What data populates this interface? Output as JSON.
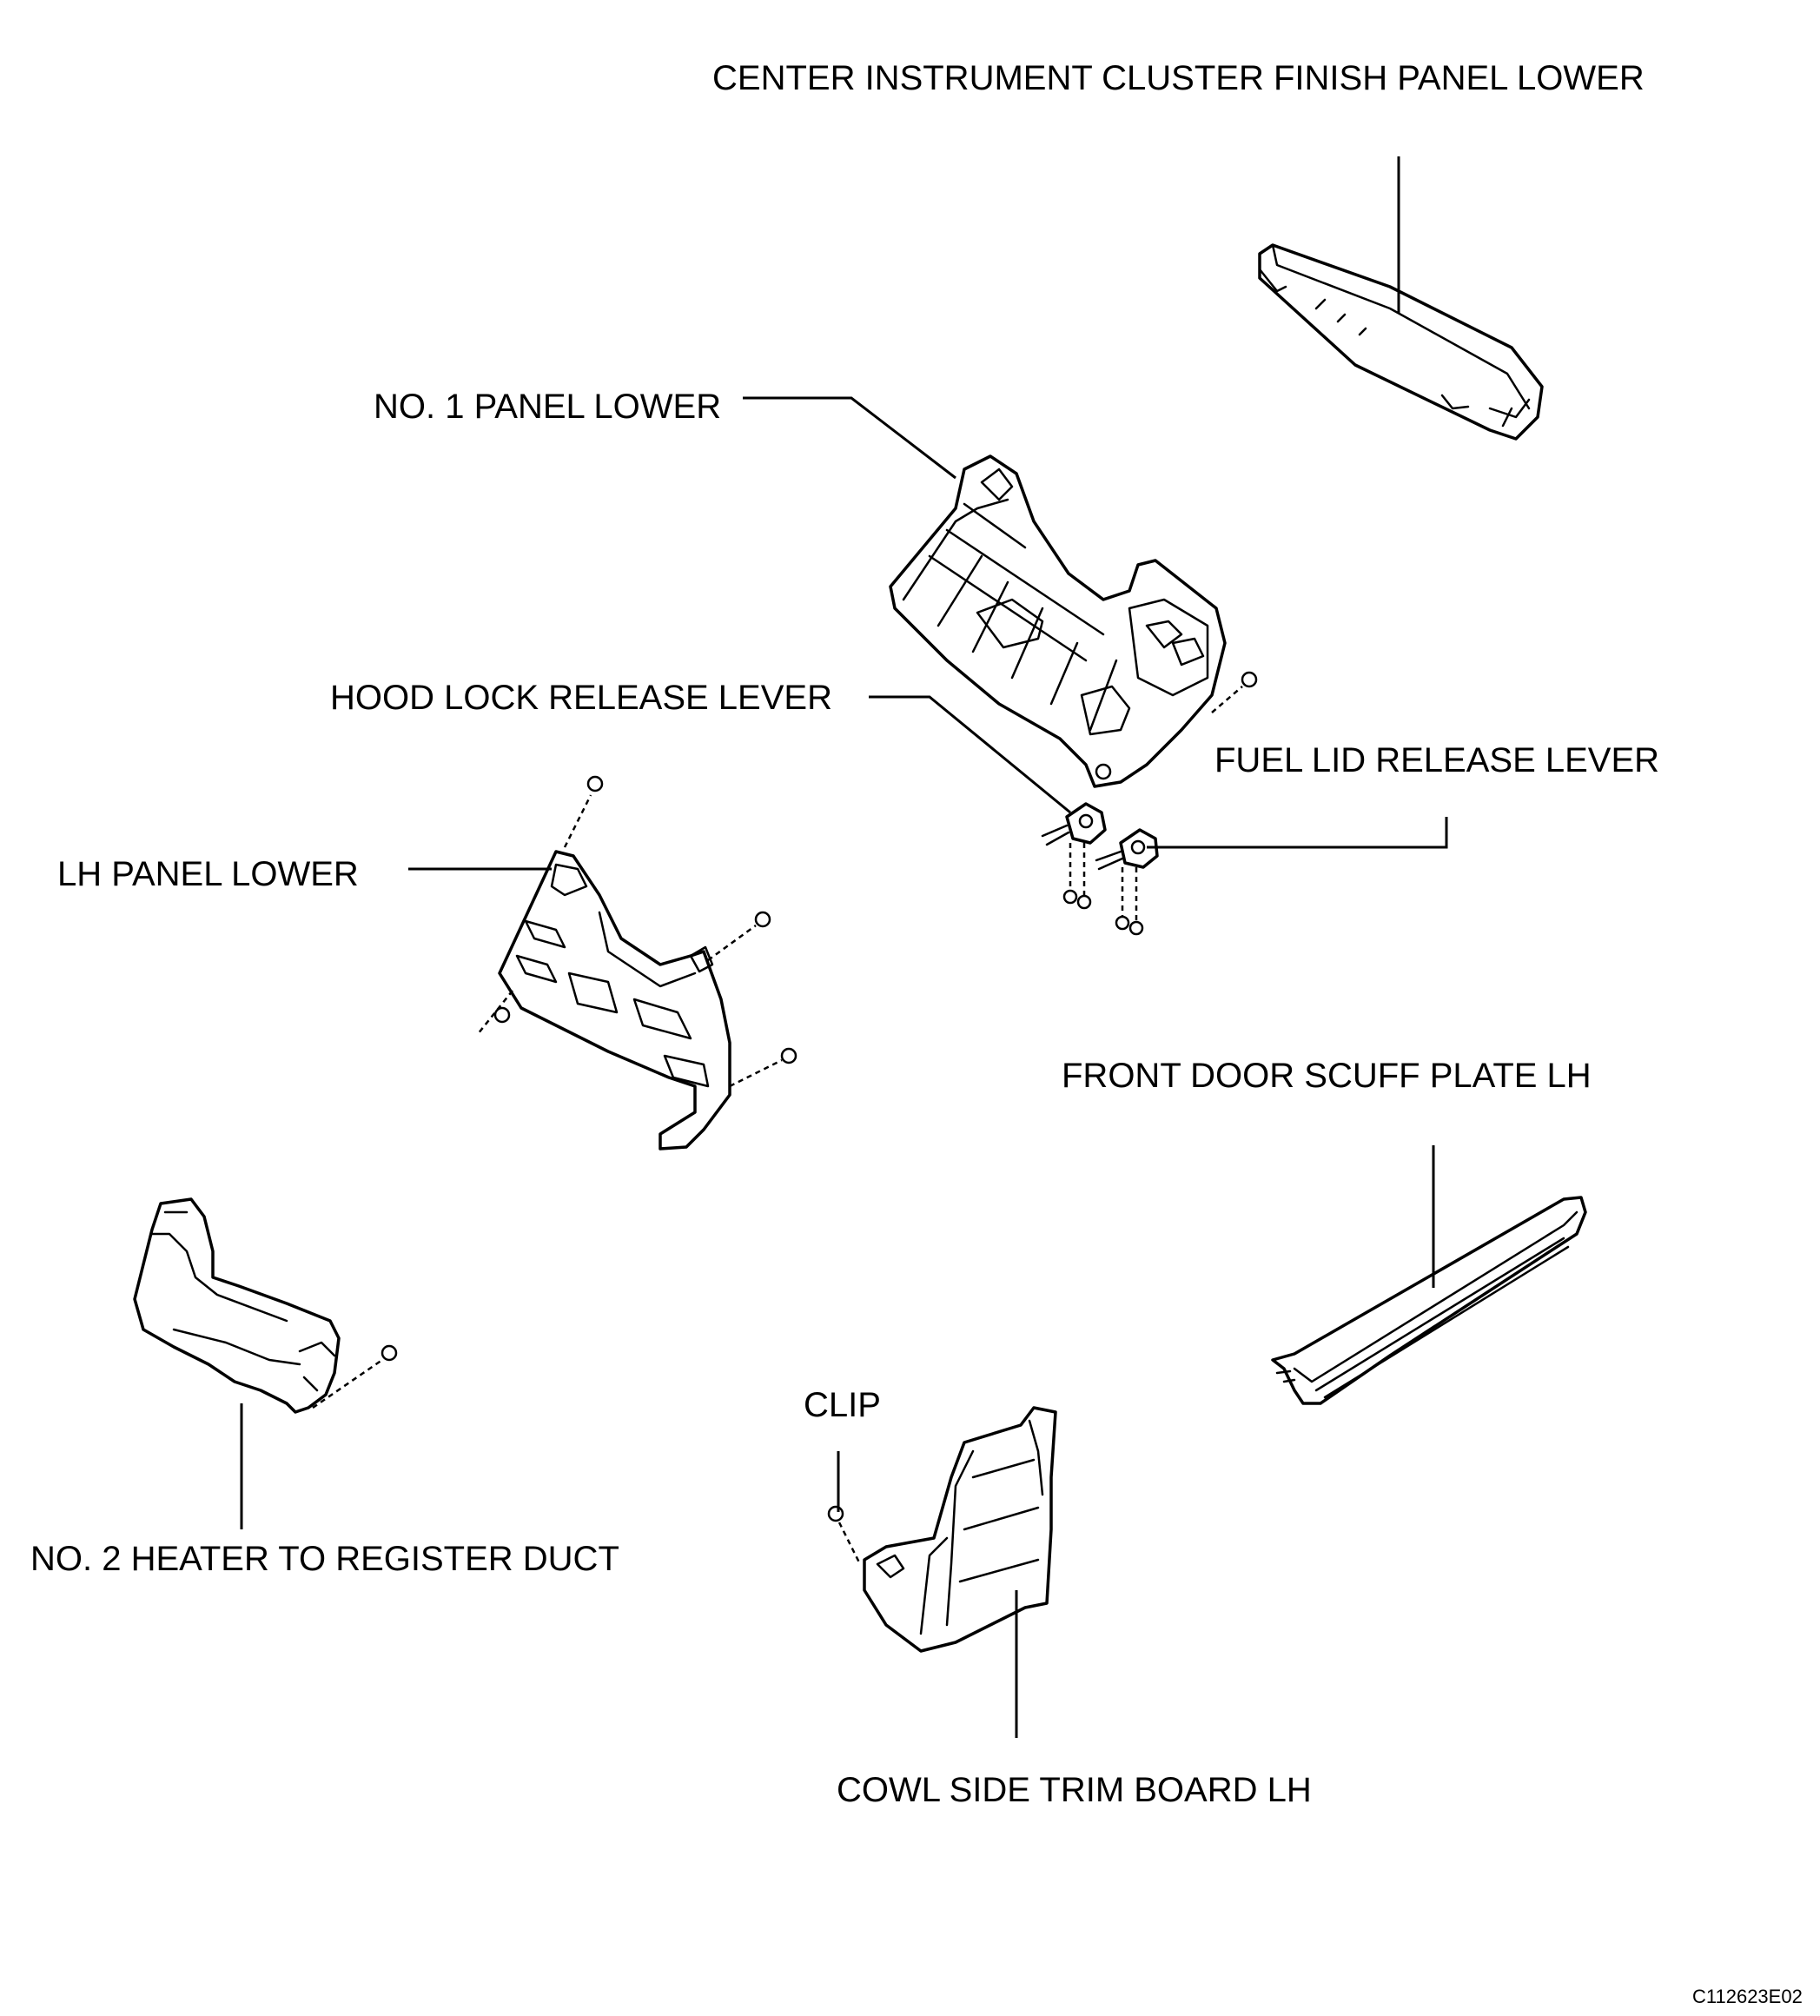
{
  "labels": {
    "center_cluster": "CENTER INSTRUMENT CLUSTER FINISH PANEL LOWER",
    "no1_panel": "NO. 1 PANEL LOWER",
    "hood_lever": "HOOD LOCK RELEASE LEVER",
    "fuel_lever": "FUEL LID RELEASE LEVER",
    "lh_panel": "LH PANEL LOWER",
    "scuff_plate": "FRONT DOOR SCUFF PLATE LH",
    "clip": "CLIP",
    "heater_duct": "NO. 2 HEATER TO REGISTER DUCT",
    "cowl_trim": "COWL SIDE TRIM BOARD LH"
  },
  "figure_code": "C112623E02"
}
